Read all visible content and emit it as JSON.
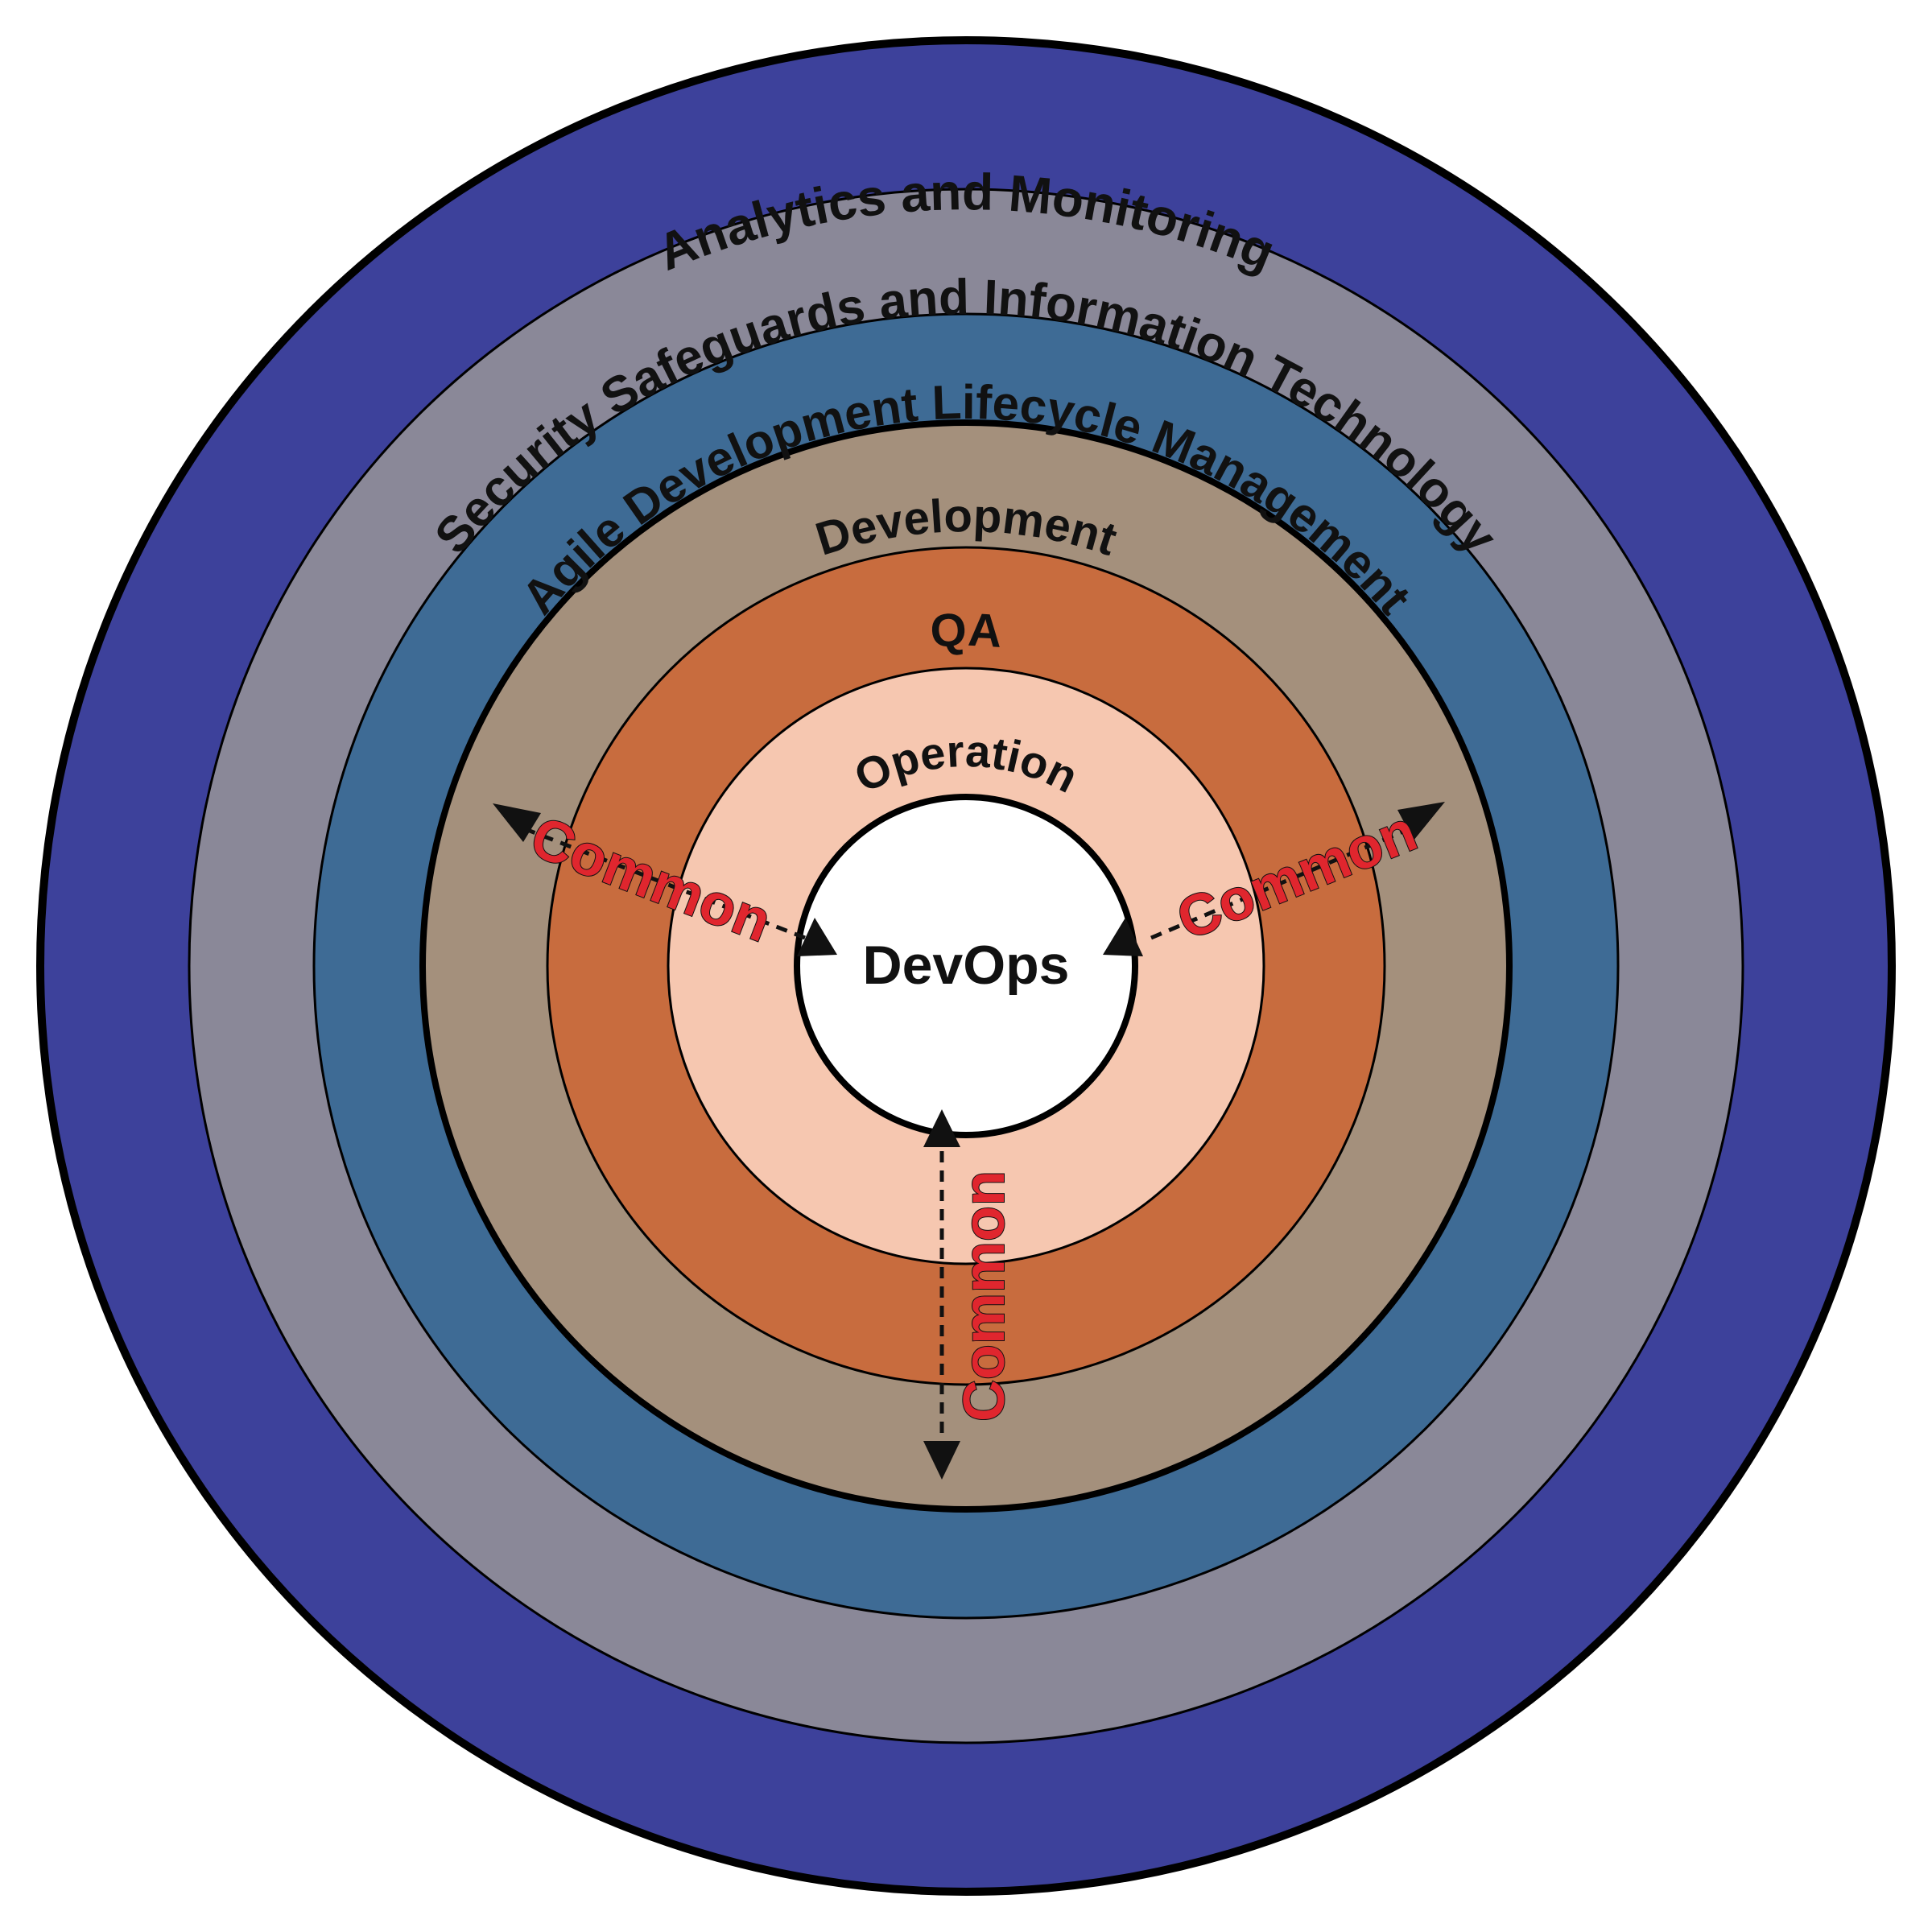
{
  "rings": {
    "analytics": {
      "label": "Analytics and Monitoring",
      "color": "#3d419b"
    },
    "security": {
      "label": "Security Safeguards and Information Technology",
      "color": "#8a8898"
    },
    "agile": {
      "label": "Agile Development Lifecycle Management",
      "color": "#3e6b95"
    },
    "development": {
      "label": "Development",
      "color": "#a4907c"
    },
    "qa": {
      "label": "QA",
      "color": "#c86c3e"
    },
    "operation": {
      "label": "Operation",
      "color": "#f6c7b0"
    }
  },
  "center": {
    "label": "DevOps",
    "color": "#ffffff"
  },
  "connectors": {
    "left": {
      "label": "Common"
    },
    "right": {
      "label": "Common"
    },
    "bottom": {
      "label": "Common"
    },
    "label_color": "#e0262e"
  },
  "outline_color": "#000000"
}
